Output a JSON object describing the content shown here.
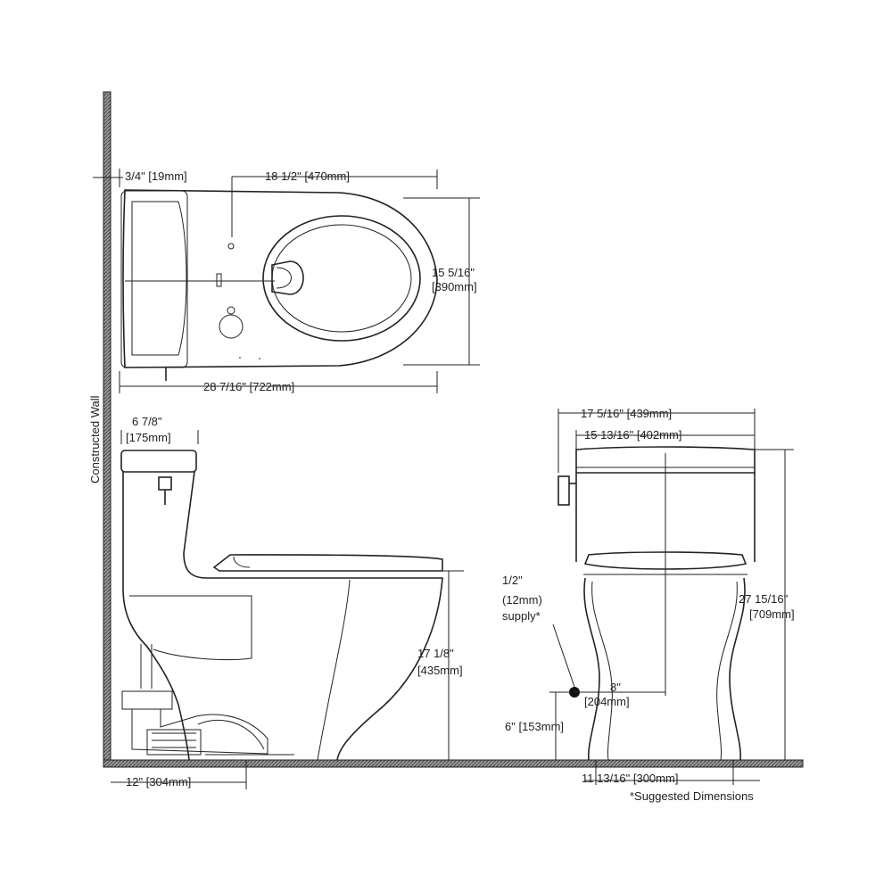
{
  "wall_label": "Constructed Wall",
  "top_view": {
    "wall_offset": "3/4\" [19mm]",
    "rough_in": "18 1/2\" [470mm]",
    "width_in": "15 5/16\"",
    "width_mm": "[390mm]",
    "length": "28 7/16\" [722mm]"
  },
  "side_view": {
    "tank_depth_in": "6 7/8\"",
    "tank_depth_mm": "[175mm]",
    "seat_height_in": "17 1/8\"",
    "seat_height_mm": "[435mm]",
    "outlet_offset": "12\" [304mm]"
  },
  "front_view": {
    "overall_width": "17 5/16\" [439mm]",
    "tank_width": "15 13/16\" [402mm]",
    "supply_size": "1/2\"",
    "supply_mm": "(12mm)",
    "supply_label": "supply*",
    "overall_height_in": "27 15/16\"",
    "overall_height_mm": "[709mm]",
    "supply_offset_in": "8\"",
    "supply_offset_mm": "[204mm]",
    "supply_height": "6\" [153mm]",
    "base_width": "11 13/16\" [300mm]",
    "footnote": "*Suggested Dimensions"
  }
}
